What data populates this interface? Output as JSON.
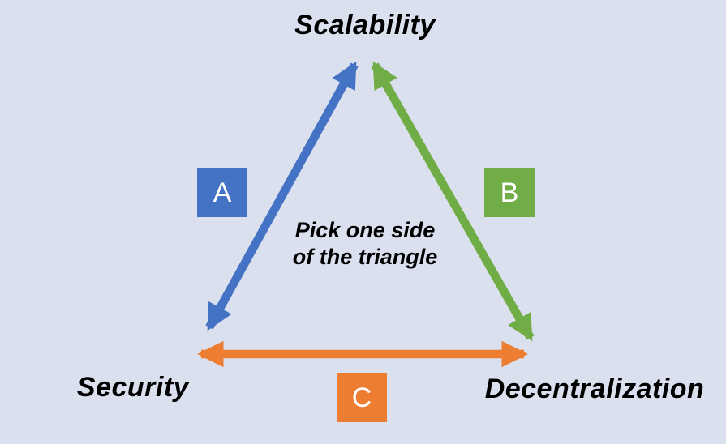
{
  "diagram": {
    "background_color": "#dbe0ee",
    "text_color": "#000000",
    "chip_text_color": "#ffffff",
    "vertices": {
      "top": "Scalability",
      "bottom_left": "Security",
      "bottom_right": "Decentralization"
    },
    "center_text": {
      "line1": "Pick one side",
      "line2": "of the triangle"
    },
    "edges": [
      {
        "label": "A",
        "color": "#4472c4",
        "connects": "Security-Scalability"
      },
      {
        "label": "B",
        "color": "#70ad47",
        "connects": "Scalability-Decentralization"
      },
      {
        "label": "C",
        "color": "#ed7d31",
        "connects": "Security-Decentralization"
      }
    ]
  }
}
